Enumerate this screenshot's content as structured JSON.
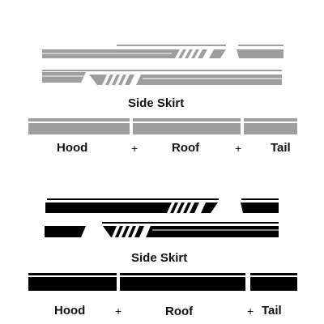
{
  "colors": {
    "background": "#ffffff",
    "stripe_gray": "#9e9e9e",
    "stripe_black": "#000000",
    "text": "#111111"
  },
  "gray_set": {
    "side_skirt_label": "Side Skirt",
    "hood_label": "Hood",
    "plus_1": "+",
    "roof_label": "Roof",
    "plus_2": "+",
    "tail_label": "Tail"
  },
  "black_set": {
    "side_skirt_label": "Side Skirt",
    "hood_label": "Hood",
    "plus_1": "+",
    "roof_label": "Roof",
    "plus_2": "+",
    "tail_label": "Tail"
  }
}
